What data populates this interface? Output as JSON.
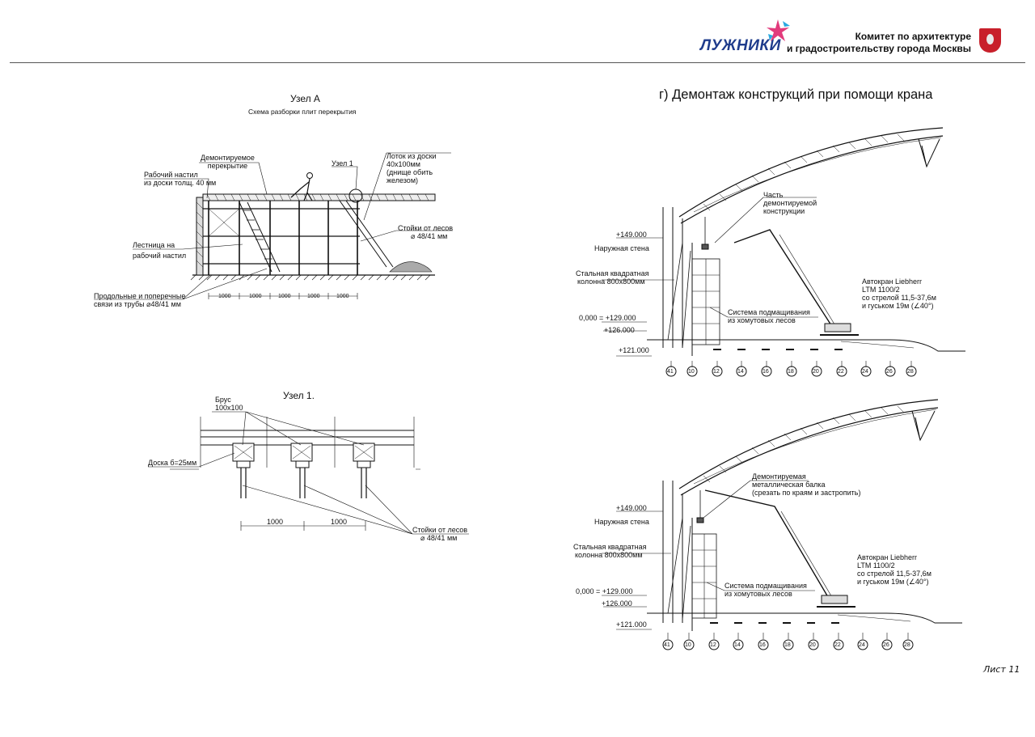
{
  "header": {
    "logo": "ЛУЖНИКИ",
    "org_line1": "Комитет по архитектуре",
    "org_line2": "и градостроительству города Москвы",
    "emblem": "moscow-coat-of-arms-icon"
  },
  "node_a": {
    "title": "Узел А",
    "subtitle": "Схема разборки плит перекрытия",
    "labels": {
      "demount_1": "Демонтируемое",
      "demount_2": "перекрытие",
      "deck_1": "Рабочий настил",
      "deck_2": "из доски толщ. 40 мм",
      "node1": "Узел 1",
      "chute_1": "Лоток из доски",
      "chute_2": "40х100мм",
      "chute_3": "(днище обить",
      "chute_4": "железом)",
      "posts_1": "Стойки от лесов",
      "posts_2": "⌀ 48/41 мм",
      "ladder_1": "Лестница на",
      "ladder_2": "рабочий настил",
      "ties_1": "Продольные и поперечные",
      "ties_2": "связи из трубы ⌀48/41 мм"
    },
    "dims": [
      "1000",
      "1000",
      "1000",
      "1000",
      "1000"
    ]
  },
  "node_1": {
    "title": "Узел 1.",
    "beam_1": "Брус",
    "beam_2": "100х100",
    "board": "Доска б=25мм",
    "posts_1": "Стойки от лесов",
    "posts_2": "⌀ 48/41 мм",
    "dims": [
      "1000",
      "1000"
    ]
  },
  "section_g": {
    "title": "г) Демонтаж конструкций при помощи крана",
    "top": {
      "part_1": "Часть",
      "part_2": "демонтируемой",
      "part_3": "конструкции",
      "elev_149": "+149.000",
      "outer_wall": "Наружная стена",
      "column_1": "Стальная квадратная",
      "column_2": "колонна   800х800мм",
      "crane_1": "Автокран Liebherr",
      "crane_2": "LTM 1100/2",
      "crane_3": "со стрелой 11,5-37,6м",
      "crane_4": "и гуськом 19м (∠40°)",
      "scaff_1": "Система подмащивания",
      "scaff_2": "из хомутовых лесов",
      "elev_0": "0,000 = +129.000",
      "elev_126": "+126.000",
      "elev_121": "+121.000"
    },
    "bottom": {
      "beam_1": "Демонтируемая",
      "beam_2": "металлическая  балка",
      "beam_3": "(срезать по краям и застропить)",
      "elev_149": "+149.000",
      "outer_wall": "Наружная стена",
      "column_1": "Стальная квадратная",
      "column_2": "колонна   800х800мм",
      "crane_1": "Автокран Liebherr",
      "crane_2": "LTM 1100/2",
      "crane_3": "со стрелой 11,5-37,6м",
      "crane_4": "и гуськом 19м (∠40°)",
      "scaff_1": "Система подмащивания",
      "scaff_2": "из хомутовых лесов",
      "elev_0": "0,000 = +129.000",
      "elev_126": "+126.000",
      "elev_121": "+121.000"
    },
    "axes": [
      "41",
      "10",
      "12",
      "14",
      "16",
      "18",
      "20",
      "22",
      "24",
      "26",
      "28"
    ]
  },
  "sheet": "Лист 11"
}
